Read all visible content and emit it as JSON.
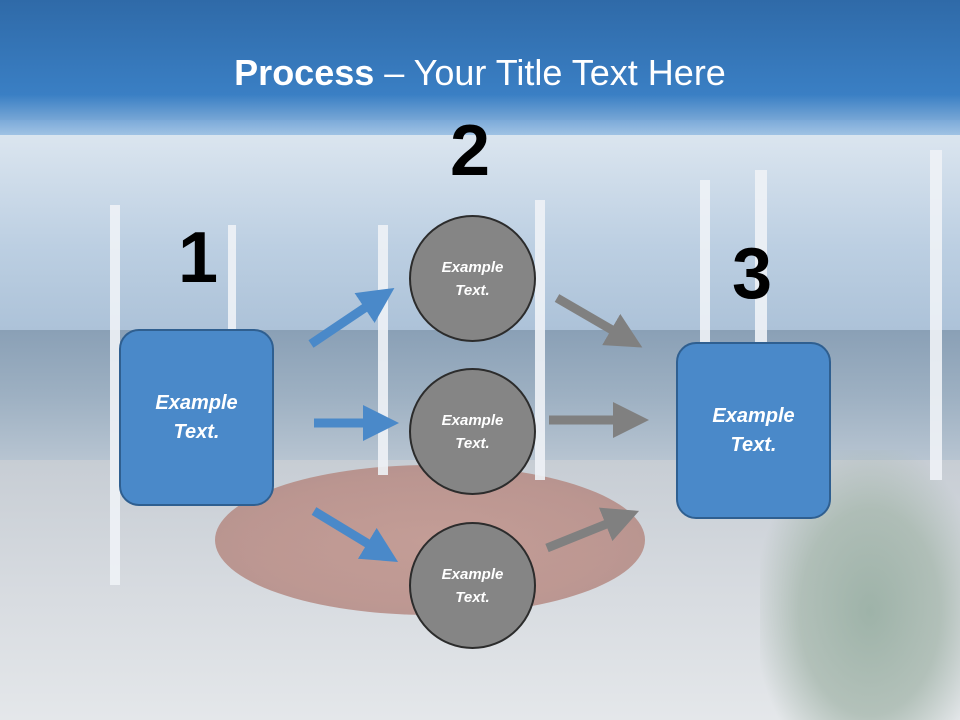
{
  "slide": {
    "title_bold": "Process",
    "title_rest": " – Your Title Text Here",
    "steps": {
      "one": "1",
      "two": "2",
      "three": "3"
    },
    "box_left": {
      "line1": "Example",
      "line2": "Text."
    },
    "box_right": {
      "line1": "Example",
      "line2": "Text."
    },
    "circles": [
      {
        "line1": "Example",
        "line2": "Text."
      },
      {
        "line1": "Example",
        "line2": "Text."
      },
      {
        "line1": "Example",
        "line2": "Text."
      }
    ],
    "colors": {
      "title_bar": "#3a7fc4",
      "box_fill": "#4a89c9",
      "circle_fill": "#858585",
      "arrow_blue": "#4a89c9",
      "arrow_gray": "#808080"
    }
  }
}
